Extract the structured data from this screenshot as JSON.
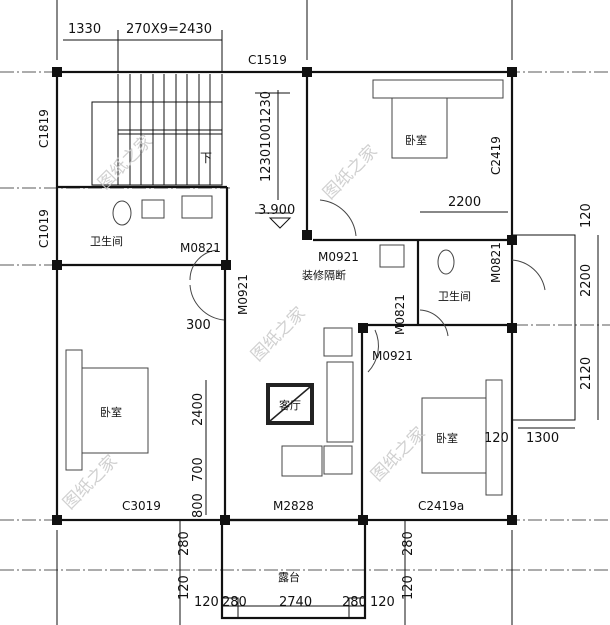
{
  "dimensions": {
    "top_left": "1330",
    "top_stair": "270X9=2430",
    "stair_depth": "12301001230",
    "bedroom_width": "2200",
    "right_120": "120",
    "right_2200": "2200",
    "right_2120": "2120",
    "right_bed_120": "120",
    "balcony_1300": "1300",
    "wall_300": "300",
    "left_2400": "2400",
    "left_700": "700",
    "left_800": "800",
    "bottom_left_280": "280",
    "bottom_left_120": "120",
    "bottom_right_280": "280",
    "bottom_right_120": "120",
    "bottom_row": [
      "120",
      "280",
      "2740",
      "280",
      "120"
    ]
  },
  "elevation": "3.900",
  "stair_direction": "下",
  "windows": {
    "top": "C1519",
    "stair_left": "C1819",
    "bath_left": "C1019",
    "bed_top_right": "C2419",
    "bed_left_bottom": "C3019",
    "bed_right_bottom": "C2419a"
  },
  "doors": {
    "bath_left": "M0821",
    "bed_top_right": "M0921",
    "bed_left": "M0921",
    "bath_right_side": "M0821",
    "bath_right_left": "M0821",
    "bed_right": "M0921",
    "terrace": "M2828"
  },
  "rooms": {
    "bedroom_top_right": "卧室",
    "bath_left": "卫生间",
    "bath_right": "卫生间",
    "partition": "装修隔断",
    "bedroom_left": "卧室",
    "living": "客厅",
    "bedroom_right": "卧室",
    "terrace": "露台"
  },
  "watermark": "图纸之家"
}
